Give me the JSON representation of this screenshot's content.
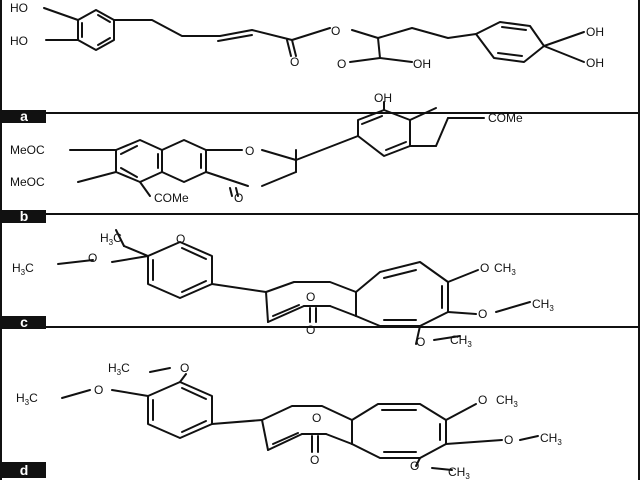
{
  "figure": {
    "panels": [
      {
        "label": "a",
        "atoms": {
          "oh1": "HO",
          "oh2": "HO",
          "o_ester": "O",
          "o_carbonyl": "O",
          "o_acid": "O",
          "oh_acid": "OH",
          "oh3": "OH",
          "oh4": "OH"
        }
      },
      {
        "label": "b",
        "atoms": {
          "oh": "OH",
          "come_r": "COMe",
          "meoc1": "MeOC",
          "meoc2": "MeOC",
          "come_b": "COMe",
          "o_ring": "O",
          "o_keto": "O"
        }
      },
      {
        "label": "c",
        "atoms": {
          "h3c_top": "H",
          "h3c_top_sub": "3",
          "h3c_top_c": "C",
          "o_top": "O",
          "h3c_left": "H",
          "h3c_left_sub": "3",
          "h3c_left_c": "C",
          "o_left": "O",
          "o_ring": "O",
          "o_keto": "O",
          "o_r1": "O",
          "ch3_r1": "CH",
          "ch3_r1_sub": "3",
          "o_r2": "O",
          "ch3_r2": "CH",
          "ch3_r2_sub": "3",
          "o_b": "O",
          "ch3_b": "CH",
          "ch3_b_sub": "3"
        }
      },
      {
        "label": "d",
        "atoms": {
          "h3c_top": "H",
          "h3c_top_sub": "3",
          "h3c_top_c": "C",
          "o_top": "O",
          "h3c_left": "H",
          "h3c_left_sub": "3",
          "h3c_left_c": "C",
          "o_left": "O",
          "o_ring": "O",
          "o_keto": "O",
          "o_r1": "O",
          "ch3_r1": "CH",
          "ch3_r1_sub": "3",
          "o_r2": "O",
          "ch3_r2": "CH",
          "ch3_r2_sub": "3",
          "o_b": "O",
          "ch3_b": "CH",
          "ch3_b_sub": "3"
        }
      }
    ]
  }
}
